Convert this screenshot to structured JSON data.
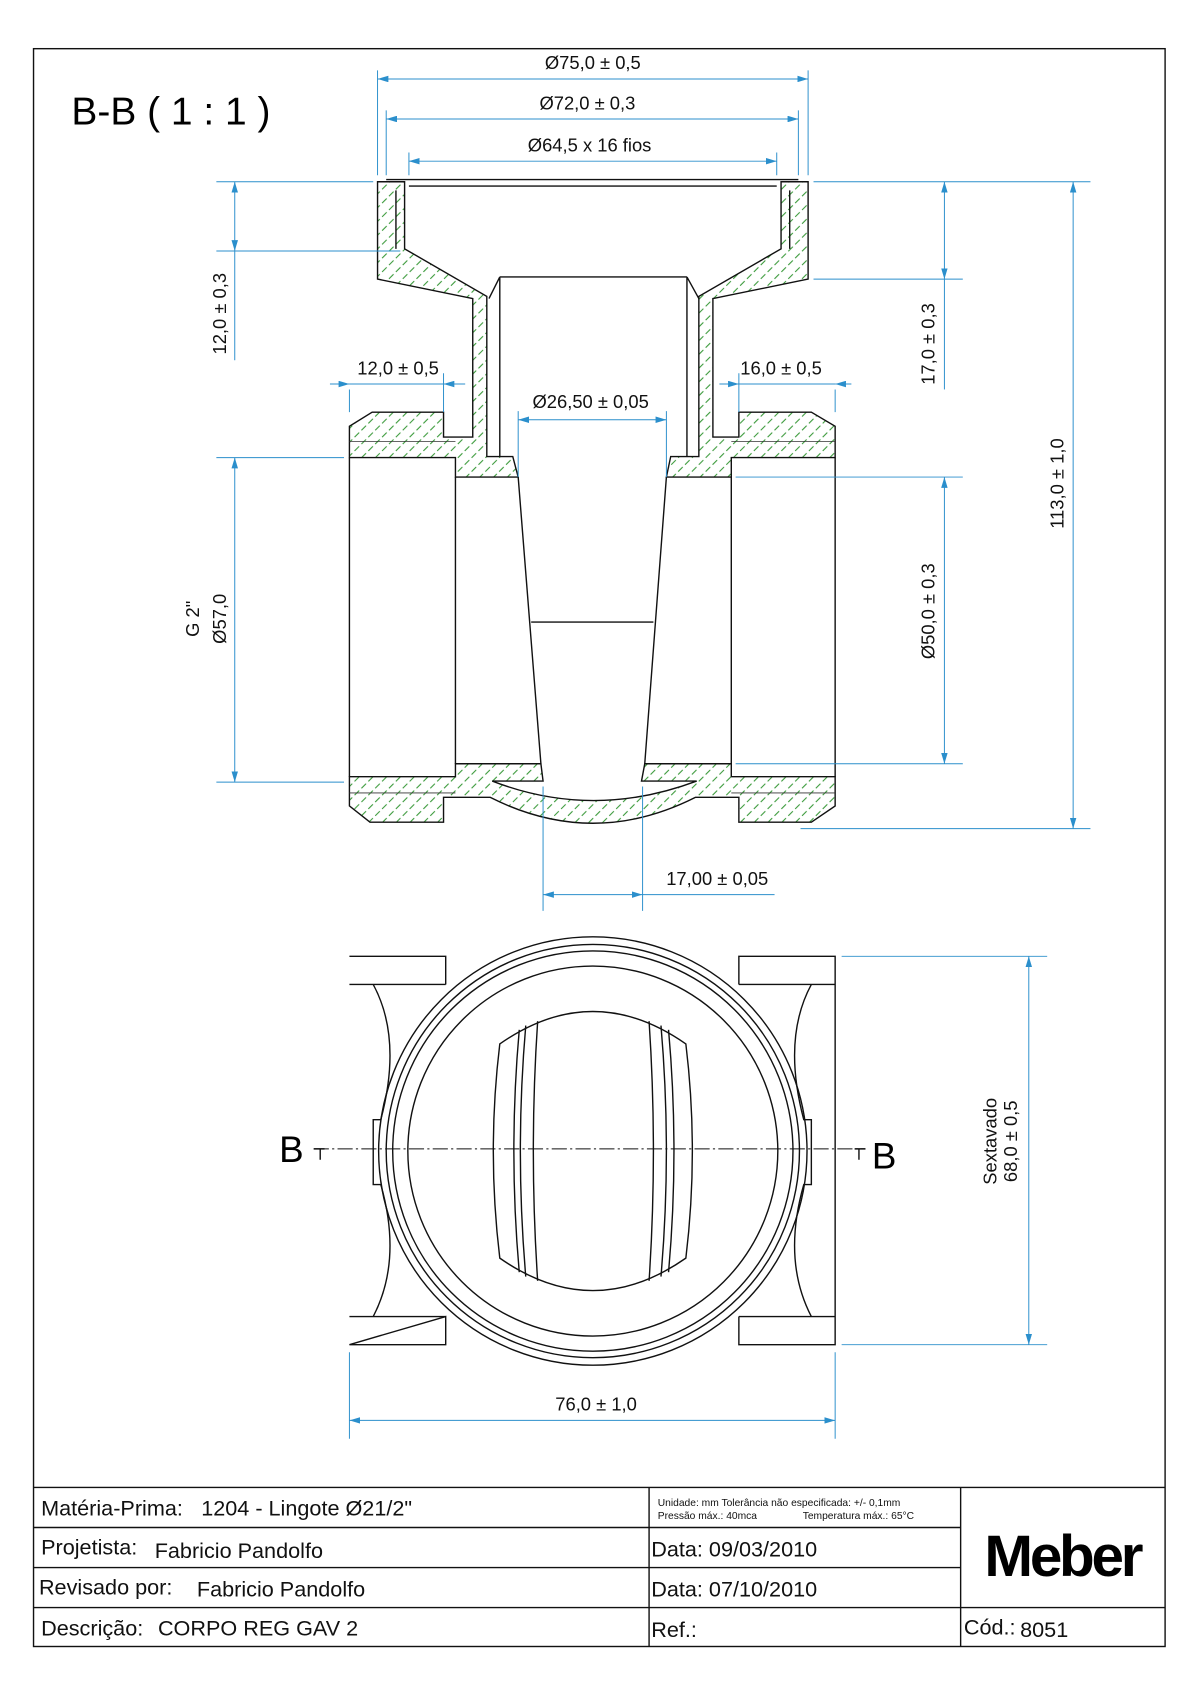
{
  "view_title": "B-B  ( 1 : 1 )",
  "section_marker": "B",
  "dimensions": {
    "d75": "Ø75,0 ± 0,5",
    "d72": "Ø72,0 ± 0,3",
    "d645": "Ø64,5 x 16 fios",
    "h12": "12,0 ± 0,3",
    "h17": "17,0 ± 0,3",
    "h113": "113,0 ± 1,0",
    "w12": "12,0 ± 0,5",
    "w16": "16,0 ± 0,5",
    "d2650": "Ø26,50 ± 0,05",
    "g2": "G 2\"",
    "d57": "Ø57,0",
    "d50": "Ø50,0 ± 0,3",
    "w17": "17,00 ± 0,05",
    "w76": "76,0 ± 1,0",
    "sext_label": "Sextavado",
    "sext": "68,0 ± 0,5"
  },
  "title_block": {
    "materia_label": "Matéria-Prima:",
    "materia_value": "1204 - Lingote Ø21/2\"",
    "notes_line1": "Unidade: mm Tolerância não especificada: +/- 0,1mm",
    "notes_line2a": "Pressão máx.: 40mca",
    "notes_line2b": "Temperatura máx.: 65°C",
    "projetista_label": "Projetista:",
    "projetista_value": "Fabricio Pandolfo",
    "data1": "Data: 09/03/2010",
    "revisado_label": "Revisado por:",
    "revisado_value": "Fabricio Pandolfo",
    "data2": "Data: 07/10/2010",
    "descricao_label": "Descrição:",
    "descricao_value": "CORPO REG GAV 2",
    "ref_label": "Ref.:",
    "cod_label": "Cód.:",
    "cod_value": "8051",
    "logo": "Meber"
  },
  "colors": {
    "dimension": "#2b8fcc",
    "hatch": "#3a9a3a"
  }
}
